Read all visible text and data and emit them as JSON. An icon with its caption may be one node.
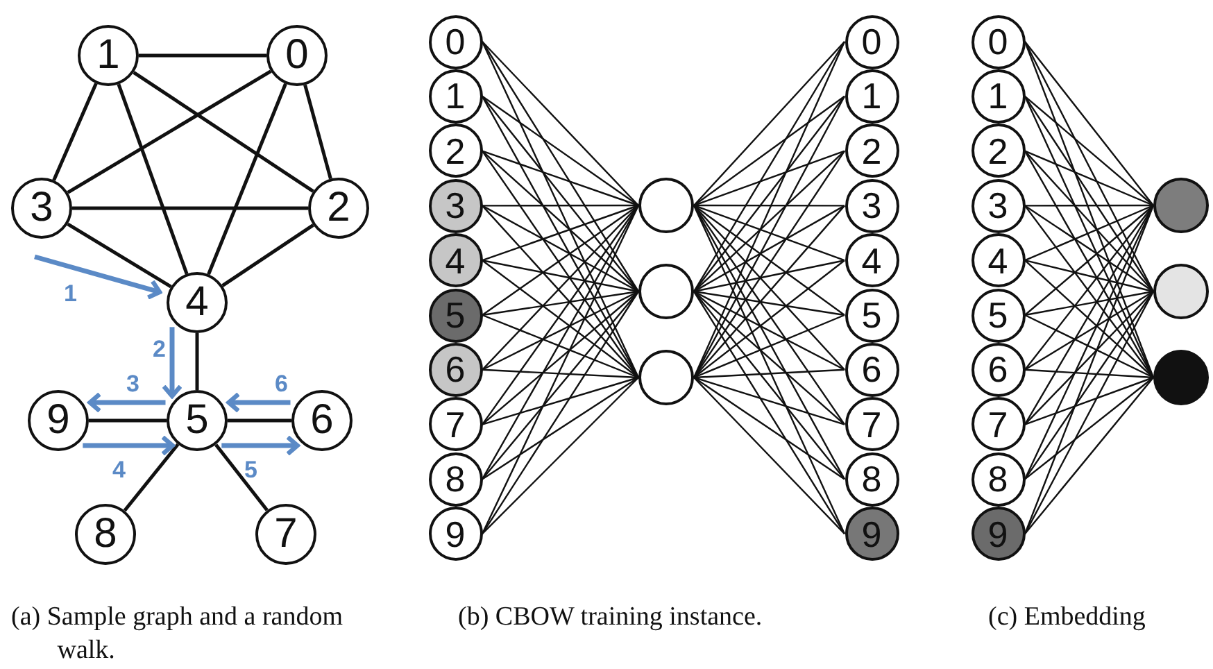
{
  "diagram": {
    "nodes": [
      {
        "text": [
          "1"
        ]
      },
      {
        "text": [
          "0"
        ]
      },
      {
        "text": [
          "3"
        ]
      },
      {
        "text": [
          "2"
        ]
      },
      {
        "text": [
          "4"
        ]
      },
      {
        "text": [
          "9"
        ]
      },
      {
        "text": [
          "5"
        ]
      },
      {
        "text": [
          "6"
        ]
      },
      {
        "text": [
          "8"
        ]
      },
      {
        "text": [
          "7"
        ]
      },
      {
        "text": [
          "0"
        ]
      },
      {
        "text": [
          "1"
        ]
      },
      {
        "text": [
          "2"
        ]
      },
      {
        "text": [
          "3"
        ]
      },
      {
        "text": [
          "4"
        ]
      },
      {
        "text": [
          "5"
        ]
      },
      {
        "text": [
          "6"
        ]
      },
      {
        "text": [
          "7"
        ]
      },
      {
        "text": [
          "8"
        ]
      },
      {
        "text": [
          "9"
        ]
      },
      {
        "text": [],
        "shape": "circle"
      },
      {
        "text": [],
        "shape": "circle"
      },
      {
        "text": [],
        "shape": "circle"
      },
      {
        "text": [
          "0"
        ]
      },
      {
        "text": [
          "1"
        ]
      },
      {
        "text": [
          "2"
        ]
      },
      {
        "text": [
          "3"
        ]
      },
      {
        "text": [
          "4"
        ]
      },
      {
        "text": [
          "5"
        ]
      },
      {
        "text": [
          "6"
        ]
      },
      {
        "text": [
          "7"
        ]
      },
      {
        "text": [
          "8"
        ]
      },
      {
        "text": [
          "9"
        ]
      },
      {
        "text": [
          "0"
        ]
      },
      {
        "text": [
          "1"
        ]
      },
      {
        "text": [
          "2"
        ]
      },
      {
        "text": [
          "3"
        ]
      },
      {
        "text": [
          "4"
        ]
      },
      {
        "text": [
          "5"
        ]
      },
      {
        "text": [
          "6"
        ]
      },
      {
        "text": [
          "7"
        ]
      },
      {
        "text": [
          "8"
        ]
      },
      {
        "text": [
          "9"
        ]
      },
      {
        "text": [],
        "shape": "circle"
      },
      {
        "text": [],
        "shape": "circle"
      },
      {
        "text": [],
        "shape": "circle"
      }
    ],
    "edges": [
      {
        "from": 0,
        "to": 1,
        "arrow": "none"
      },
      {
        "from": 0,
        "to": 2,
        "arrow": "none"
      },
      {
        "from": 0,
        "to": 3,
        "arrow": "none"
      },
      {
        "from": 0,
        "to": 4,
        "arrow": "none"
      },
      {
        "from": 1,
        "to": 2,
        "arrow": "none"
      },
      {
        "from": 1,
        "to": 3,
        "arrow": "none"
      },
      {
        "from": 1,
        "to": 4,
        "arrow": "none"
      },
      {
        "from": 2,
        "to": 3,
        "arrow": "none"
      },
      {
        "from": 2,
        "to": 4,
        "arrow": "none"
      },
      {
        "from": 3,
        "to": 4,
        "arrow": "none"
      },
      {
        "from": 4,
        "to": 6,
        "arrow": "none"
      },
      {
        "from": 6,
        "to": 5,
        "arrow": "none"
      },
      {
        "from": 6,
        "to": 7,
        "arrow": "none"
      },
      {
        "from": 6,
        "to": 8,
        "arrow": "none"
      },
      {
        "from": 6,
        "to": 9,
        "arrow": "none"
      },
      {
        "from": null,
        "to": 4,
        "arrow": "to",
        "label": "1",
        "style": "thick",
        "color": "#5b8ac6"
      },
      {
        "from": 4,
        "to": 6,
        "arrow": "to",
        "label": "2",
        "style": "thick",
        "color": "#5b8ac6"
      },
      {
        "from": 6,
        "to": 5,
        "arrow": "to",
        "label": "3",
        "style": "thick",
        "color": "#5b8ac6"
      },
      {
        "from": 5,
        "to": 6,
        "arrow": "to",
        "label": "4",
        "style": "thick",
        "color": "#5b8ac6"
      },
      {
        "from": 6,
        "to": 7,
        "arrow": "to",
        "label": "5",
        "style": "thick",
        "color": "#5b8ac6"
      },
      {
        "from": 7,
        "to": 6,
        "arrow": "to",
        "label": "6",
        "style": "thick",
        "color": "#5b8ac6"
      },
      {
        "from": 10,
        "to": 20,
        "arrow": "none"
      },
      {
        "from": 10,
        "to": 21,
        "arrow": "none"
      },
      {
        "from": 10,
        "to": 22,
        "arrow": "none"
      },
      {
        "from": 11,
        "to": 20,
        "arrow": "none"
      },
      {
        "from": 11,
        "to": 21,
        "arrow": "none"
      },
      {
        "from": 11,
        "to": 22,
        "arrow": "none"
      },
      {
        "from": 12,
        "to": 20,
        "arrow": "none"
      },
      {
        "from": 12,
        "to": 21,
        "arrow": "none"
      },
      {
        "from": 12,
        "to": 22,
        "arrow": "none"
      },
      {
        "from": 13,
        "to": 20,
        "arrow": "none"
      },
      {
        "from": 13,
        "to": 21,
        "arrow": "none"
      },
      {
        "from": 13,
        "to": 22,
        "arrow": "none"
      },
      {
        "from": 14,
        "to": 20,
        "arrow": "none"
      },
      {
        "from": 14,
        "to": 21,
        "arrow": "none"
      },
      {
        "from": 14,
        "to": 22,
        "arrow": "none"
      },
      {
        "from": 15,
        "to": 20,
        "arrow": "none"
      },
      {
        "from": 15,
        "to": 21,
        "arrow": "none"
      },
      {
        "from": 15,
        "to": 22,
        "arrow": "none"
      },
      {
        "from": 16,
        "to": 20,
        "arrow": "none"
      },
      {
        "from": 16,
        "to": 21,
        "arrow": "none"
      },
      {
        "from": 16,
        "to": 22,
        "arrow": "none"
      },
      {
        "from": 17,
        "to": 20,
        "arrow": "none"
      },
      {
        "from": 17,
        "to": 21,
        "arrow": "none"
      },
      {
        "from": 17,
        "to": 22,
        "arrow": "none"
      },
      {
        "from": 18,
        "to": 20,
        "arrow": "none"
      },
      {
        "from": 18,
        "to": 21,
        "arrow": "none"
      },
      {
        "from": 18,
        "to": 22,
        "arrow": "none"
      },
      {
        "from": 19,
        "to": 20,
        "arrow": "none"
      },
      {
        "from": 19,
        "to": 21,
        "arrow": "none"
      },
      {
        "from": 19,
        "to": 22,
        "arrow": "none"
      },
      {
        "from": 20,
        "to": 23,
        "arrow": "none"
      },
      {
        "from": 20,
        "to": 24,
        "arrow": "none"
      },
      {
        "from": 20,
        "to": 25,
        "arrow": "none"
      },
      {
        "from": 20,
        "to": 26,
        "arrow": "none"
      },
      {
        "from": 20,
        "to": 27,
        "arrow": "none"
      },
      {
        "from": 20,
        "to": 28,
        "arrow": "none"
      },
      {
        "from": 20,
        "to": 29,
        "arrow": "none"
      },
      {
        "from": 20,
        "to": 30,
        "arrow": "none"
      },
      {
        "from": 20,
        "to": 31,
        "arrow": "none"
      },
      {
        "from": 20,
        "to": 32,
        "arrow": "none"
      },
      {
        "from": 21,
        "to": 23,
        "arrow": "none"
      },
      {
        "from": 21,
        "to": 24,
        "arrow": "none"
      },
      {
        "from": 21,
        "to": 25,
        "arrow": "none"
      },
      {
        "from": 21,
        "to": 26,
        "arrow": "none"
      },
      {
        "from": 21,
        "to": 27,
        "arrow": "none"
      },
      {
        "from": 21,
        "to": 28,
        "arrow": "none"
      },
      {
        "from": 21,
        "to": 29,
        "arrow": "none"
      },
      {
        "from": 21,
        "to": 30,
        "arrow": "none"
      },
      {
        "from": 21,
        "to": 31,
        "arrow": "none"
      },
      {
        "from": 21,
        "to": 32,
        "arrow": "none"
      },
      {
        "from": 22,
        "to": 23,
        "arrow": "none"
      },
      {
        "from": 22,
        "to": 24,
        "arrow": "none"
      },
      {
        "from": 22,
        "to": 25,
        "arrow": "none"
      },
      {
        "from": 22,
        "to": 26,
        "arrow": "none"
      },
      {
        "from": 22,
        "to": 27,
        "arrow": "none"
      },
      {
        "from": 22,
        "to": 28,
        "arrow": "none"
      },
      {
        "from": 22,
        "to": 29,
        "arrow": "none"
      },
      {
        "from": 22,
        "to": 30,
        "arrow": "none"
      },
      {
        "from": 22,
        "to": 31,
        "arrow": "none"
      },
      {
        "from": 22,
        "to": 32,
        "arrow": "none"
      },
      {
        "from": 33,
        "to": 43,
        "arrow": "none"
      },
      {
        "from": 33,
        "to": 44,
        "arrow": "none"
      },
      {
        "from": 33,
        "to": 45,
        "arrow": "none"
      },
      {
        "from": 34,
        "to": 43,
        "arrow": "none"
      },
      {
        "from": 34,
        "to": 44,
        "arrow": "none"
      },
      {
        "from": 34,
        "to": 45,
        "arrow": "none"
      },
      {
        "from": 35,
        "to": 43,
        "arrow": "none"
      },
      {
        "from": 35,
        "to": 44,
        "arrow": "none"
      },
      {
        "from": 35,
        "to": 45,
        "arrow": "none"
      },
      {
        "from": 36,
        "to": 43,
        "arrow": "none"
      },
      {
        "from": 36,
        "to": 44,
        "arrow": "none"
      },
      {
        "from": 36,
        "to": 45,
        "arrow": "none"
      },
      {
        "from": 37,
        "to": 43,
        "arrow": "none"
      },
      {
        "from": 37,
        "to": 44,
        "arrow": "none"
      },
      {
        "from": 37,
        "to": 45,
        "arrow": "none"
      },
      {
        "from": 38,
        "to": 43,
        "arrow": "none"
      },
      {
        "from": 38,
        "to": 44,
        "arrow": "none"
      },
      {
        "from": 38,
        "to": 45,
        "arrow": "none"
      },
      {
        "from": 39,
        "to": 43,
        "arrow": "none"
      },
      {
        "from": 39,
        "to": 44,
        "arrow": "none"
      },
      {
        "from": 39,
        "to": 45,
        "arrow": "none"
      },
      {
        "from": 40,
        "to": 43,
        "arrow": "none"
      },
      {
        "from": 40,
        "to": 44,
        "arrow": "none"
      },
      {
        "from": 40,
        "to": 45,
        "arrow": "none"
      },
      {
        "from": 41,
        "to": 43,
        "arrow": "none"
      },
      {
        "from": 41,
        "to": 44,
        "arrow": "none"
      },
      {
        "from": 41,
        "to": 45,
        "arrow": "none"
      },
      {
        "from": 42,
        "to": 43,
        "arrow": "none"
      },
      {
        "from": 42,
        "to": 44,
        "arrow": "none"
      },
      {
        "from": 42,
        "to": 45,
        "arrow": "none"
      }
    ],
    "labels": [
      "(a) Sample graph and a random walk.",
      "(b) CBOW training instance.",
      "(c) Embedding"
    ]
  }
}
